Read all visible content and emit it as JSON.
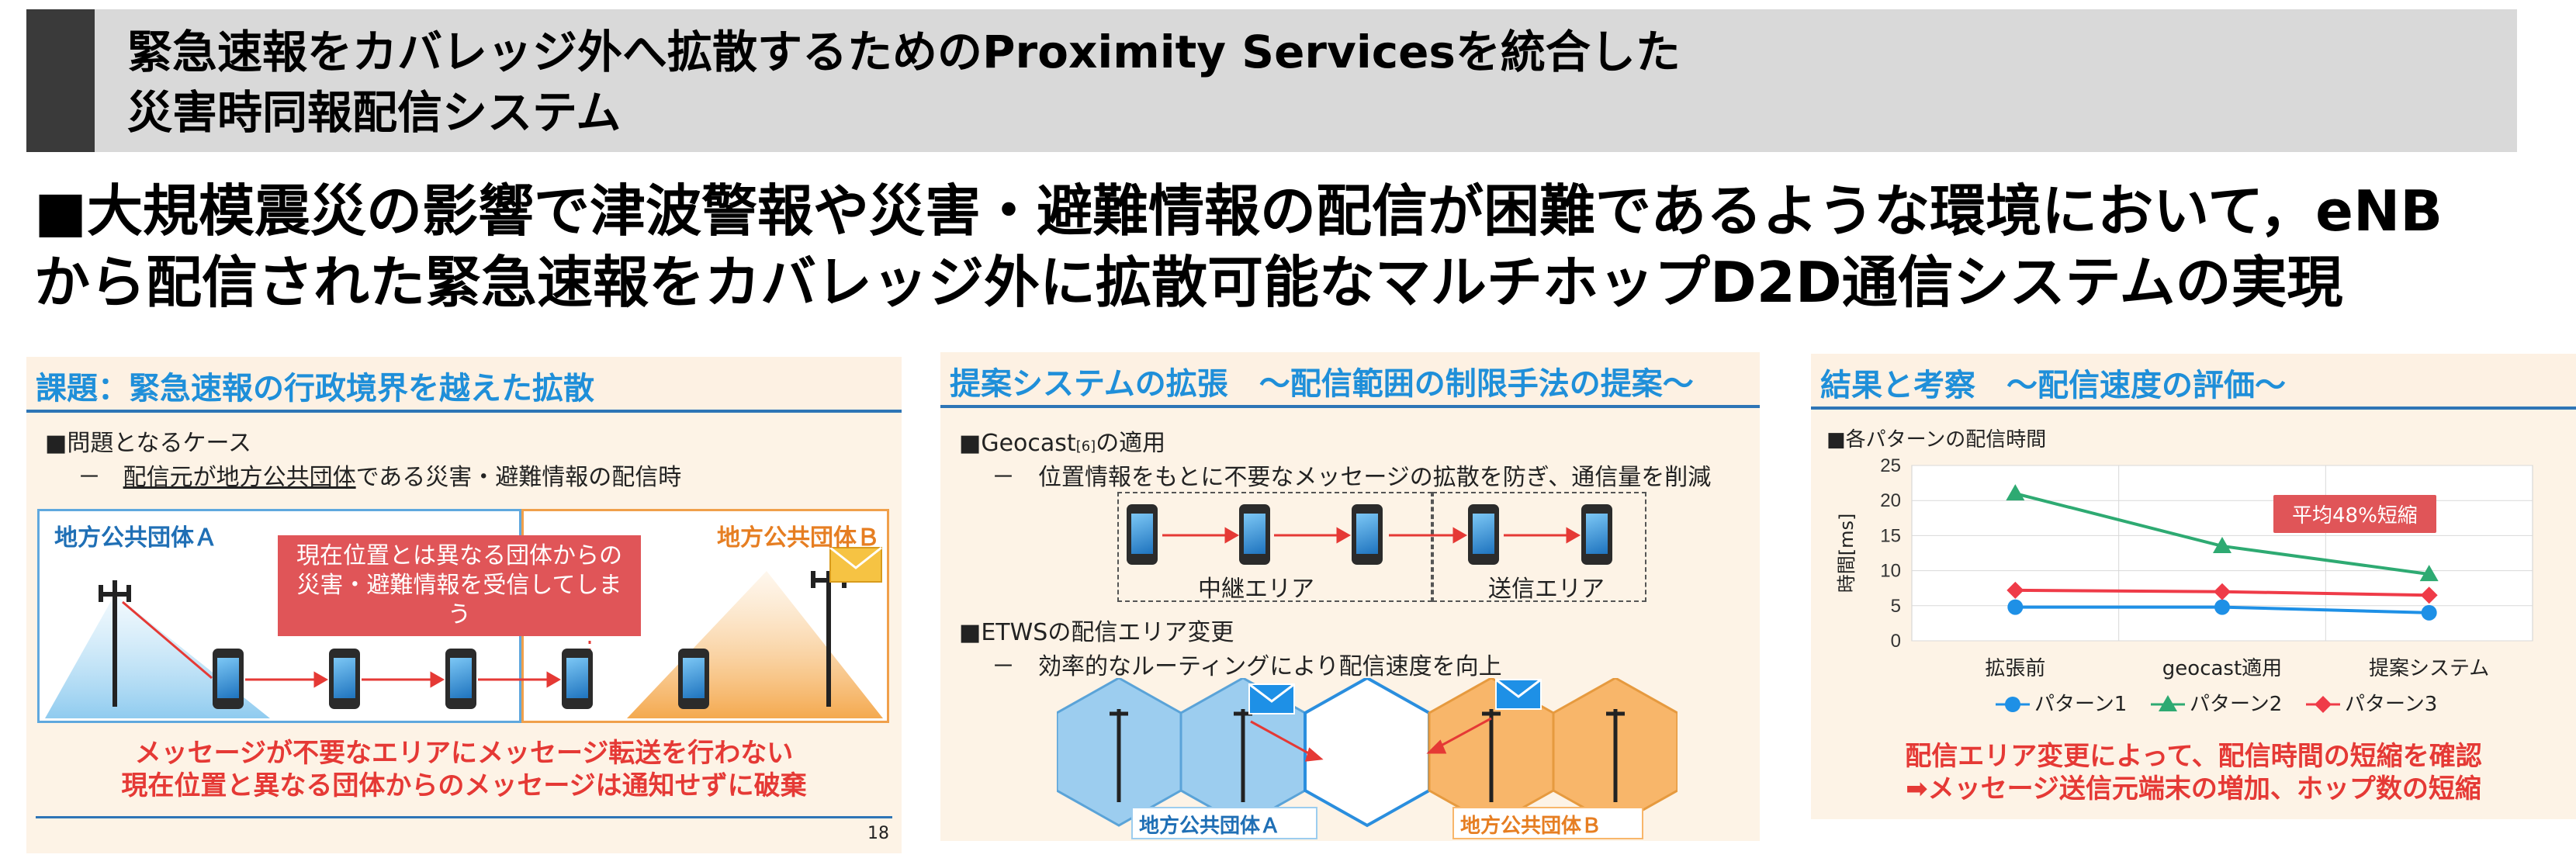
{
  "title": {
    "line1": "緊急速報をカバレッジ外へ拡散するためのProximity Servicesを統合した",
    "line2": "災害時同報配信システム"
  },
  "lead": {
    "line1": "■大規模震災の影響で津波警報や災害・避難情報の配信が困難であるような環境において，eNB",
    "line2": "から配信された緊急速報をカバレッジ外に拡散可能なマルチホップD2D通信システムの実現"
  },
  "panel1": {
    "heading": "課題：緊急速報の行政境界を越えた拡散",
    "bullet": "■問題となるケース",
    "sub_prefix": "－",
    "sub_underlined": "配信元が地方公共団体",
    "sub_rest": "である災害・避難情報の配信時",
    "region_a": "地方公共団体Ａ",
    "region_b": "地方公共団体Ｂ",
    "callout_line1": "現在位置とは異なる団体からの",
    "callout_line2": "災害・避難情報を受信してしまう",
    "note_line1": "メッセージが不要なエリアにメッセージ転送を行わない",
    "note_line2": "現在位置と異なる団体からのメッセージは通知せずに破棄",
    "page_number": "18"
  },
  "panel2": {
    "heading": "提案システムの拡張　～配信範囲の制限手法の提案～",
    "bullet1_main": "■Geocast",
    "bullet1_ref": "[6]",
    "bullet1_tail": "の適用",
    "sub1": "－　位置情報をもとに不要なメッセージの拡散を防ぎ、通信量を削減",
    "relay_area": "中継エリア",
    "send_area": "送信エリア",
    "bullet2": "■ETWSの配信エリア変更",
    "sub2": "－　効率的なルーティングにより配信速度を向上",
    "region_a": "地方公共団体Ａ",
    "region_b": "地方公共団体Ｂ"
  },
  "panel3": {
    "heading": "結果と考察　～配信速度の評価～",
    "bullet": "■各パターンの配信時間",
    "badge": "平均48%短縮",
    "conclusion_line1": "配信エリア変更によって、配信時間の短縮を確認",
    "conclusion_line2": "➡メッセージ送信元端末の増加、ホップ数の短縮"
  },
  "colors": {
    "accent_blue": "#1f8fd9",
    "alert_red": "#e53935",
    "series1": "#1e90e6",
    "series2": "#2eaa72",
    "series3": "#ef3b48"
  },
  "chart_data": {
    "type": "line",
    "categories": [
      "拡張前",
      "geocast適用",
      "提案システム"
    ],
    "ylabel": "時間[ms]",
    "ylim": [
      0,
      25
    ],
    "yticks": [
      0,
      5,
      10,
      15,
      20,
      25
    ],
    "grid": true,
    "legend_position": "bottom",
    "series": [
      {
        "name": "パターン1",
        "values": [
          4.8,
          4.8,
          4.0
        ],
        "marker": "circle"
      },
      {
        "name": "パターン2",
        "values": [
          21.0,
          13.5,
          9.5
        ],
        "marker": "triangle"
      },
      {
        "name": "パターン3",
        "values": [
          7.2,
          7.0,
          6.5
        ],
        "marker": "diamond"
      }
    ]
  }
}
